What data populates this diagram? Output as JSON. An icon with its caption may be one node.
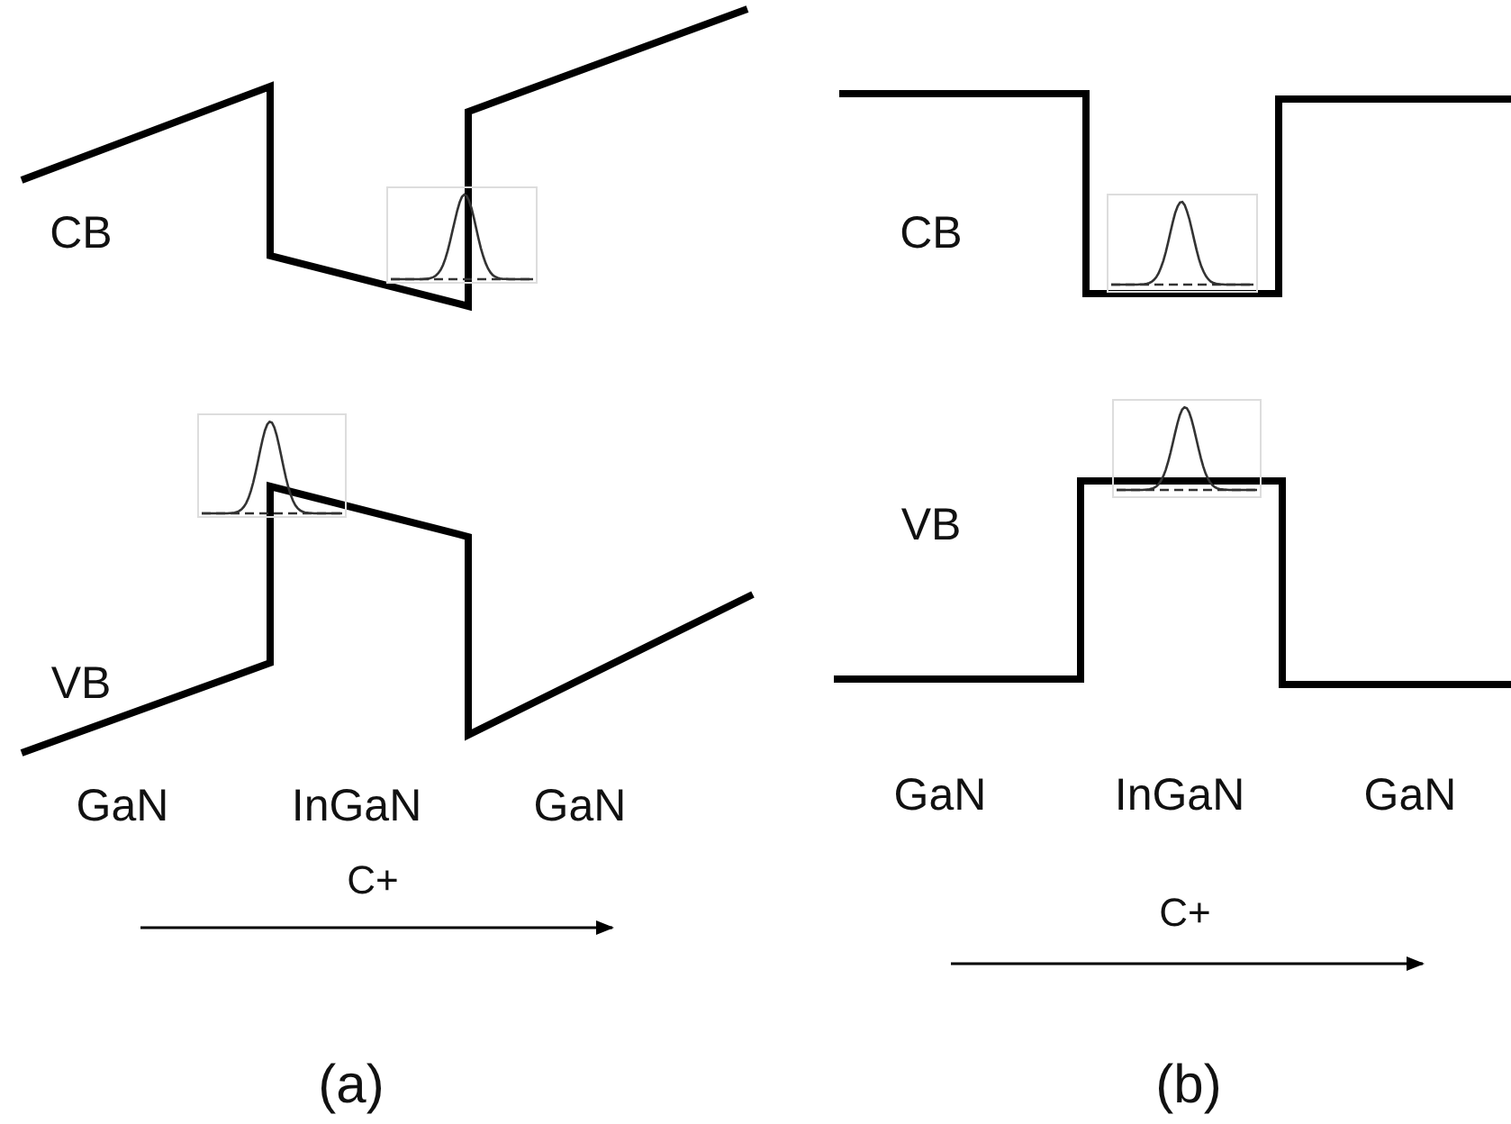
{
  "diagram": {
    "labels": [
      "CB",
      "VB",
      "GaN",
      "InGaN",
      "GaN",
      "C+",
      "(a)",
      "CB",
      "VB",
      "GaN",
      "InGaN",
      "GaN",
      "C+",
      "(b)"
    ]
  }
}
